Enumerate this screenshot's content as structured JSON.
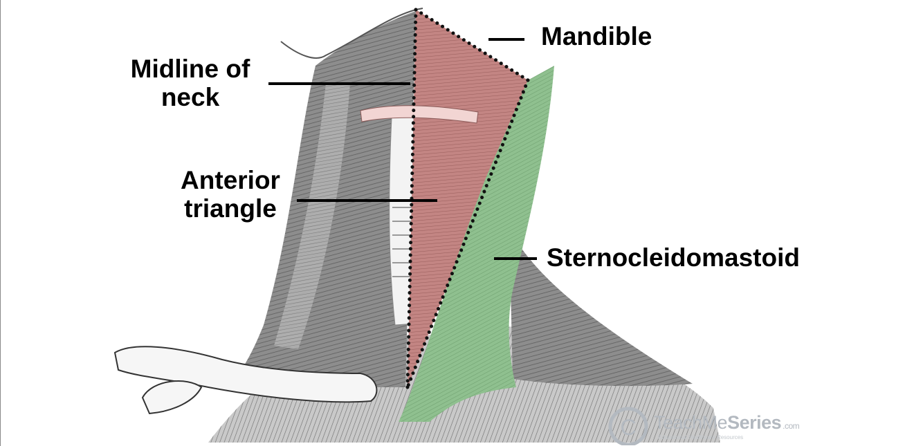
{
  "labels": {
    "mandible": "Mandible",
    "midline_line1": "Midline of",
    "midline_line2": "neck",
    "anterior_line1": "Anterior",
    "anterior_line2": "triangle",
    "sternocleidomastoid": "Sternocleidomastoid"
  },
  "watermark": {
    "brand_plain": "TeachMe",
    "brand_bold": "Series",
    "brand_suffix": ".com",
    "tagline": "Educational Healthcare Resources"
  },
  "colors": {
    "anterior_triangle": "#c98d8b",
    "sternocleidomastoid": "#8fc08f",
    "muscle_gray": "#8a8a8a",
    "boundary_dots": "#111111",
    "watermark": "#b3b9c0"
  }
}
